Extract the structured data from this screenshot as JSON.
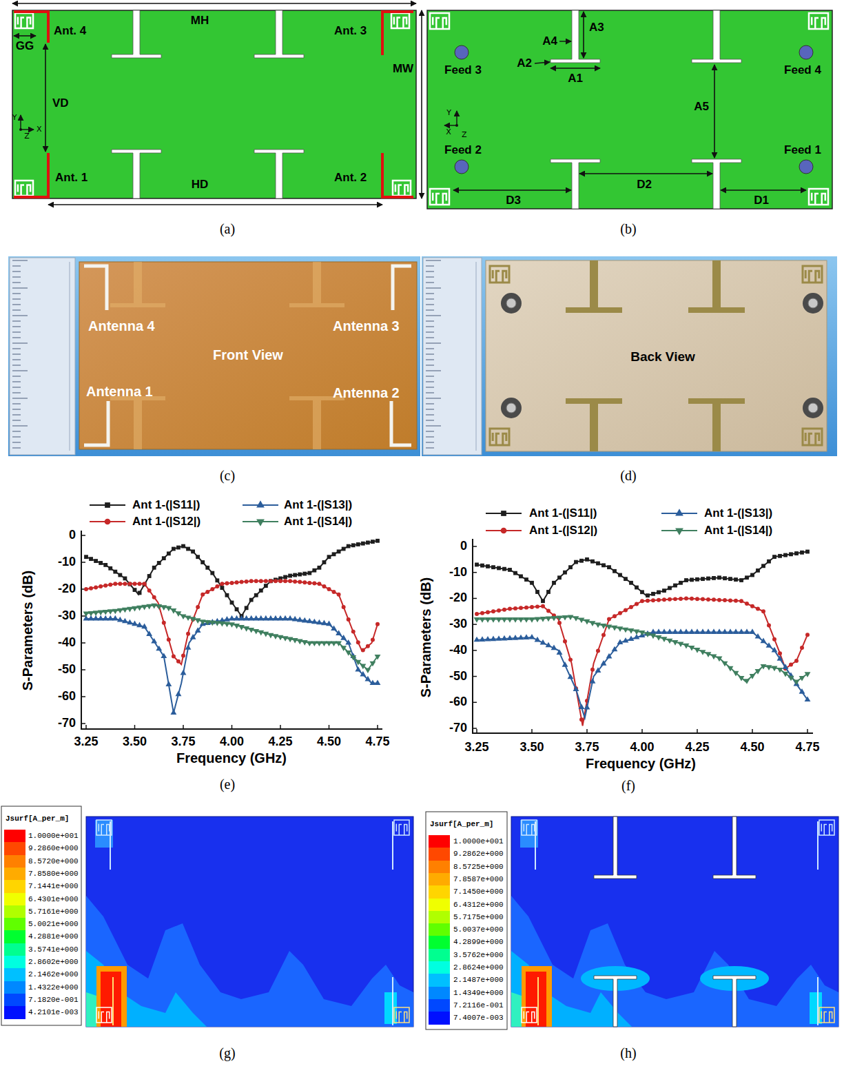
{
  "diagram": {
    "labels": [
      "Ant. 4",
      "MH",
      "Ant. 3",
      "GG",
      "VD",
      "MW",
      "Y",
      "X",
      "Z",
      "Ant. 1",
      "HD",
      "Ant. 2",
      "(a)",
      "A3",
      "A4",
      "A2",
      "A1",
      "Feed 3",
      "Feed 4",
      "Y",
      "X",
      "Z",
      "A5",
      "Feed 2",
      "Feed 1",
      "D3",
      "D2",
      "D1",
      "(b)",
      "Antenna 4",
      "Antenna 3",
      "Front View",
      "Antenna 1",
      "Antenna 2",
      "(c)",
      "Back View",
      "(d)",
      "0",
      "-10",
      "-20",
      "-30",
      "-40",
      "-50",
      "-60",
      "-70",
      "3.25",
      "3.50",
      "3.75",
      "4.00",
      "4.25",
      "4.50",
      "4.75",
      "S-Parameters (dB)",
      "Frequency (GHz)",
      "(e)",
      "0",
      "-10",
      "-20",
      "-30",
      "-40",
      "-50",
      "-60",
      "-70",
      "3.25",
      "3.50",
      "3.75",
      "4.00",
      "4.25",
      "4.50",
      "4.75",
      "S-Parameters (dB)",
      "Frequency (GHz)",
      "(f)",
      "Jsurf[A_per_m]",
      "(g)",
      "Jsurf[A_per_m]",
      "(h)"
    ],
    "legend": [
      {
        "text": "Ant 1-(|S11|)"
      },
      {
        "text": "Ant 1-(|S13|)"
      },
      {
        "text": "Ant 1-(|S12|)"
      },
      {
        "text": "Ant 1-(|S14|)"
      },
      {
        "text": "Ant 1-(|S11|)"
      },
      {
        "text": "Ant 1-(|S13|)"
      },
      {
        "text": "Ant 1-(|S12|)"
      },
      {
        "text": "Ant 1-(|S14|)"
      },
      {
        "text": "1.0000e+001",
        "color": "#ff0000"
      },
      {
        "text": "9.2860e+000",
        "color": "#ff4800"
      },
      {
        "text": "8.5720e+000",
        "color": "#ff8000"
      },
      {
        "text": "7.8580e+000",
        "color": "#ffab00"
      },
      {
        "text": "7.1441e+000",
        "color": "#ffd500"
      },
      {
        "text": "6.4301e+000",
        "color": "#f0ff00"
      },
      {
        "text": "5.7161e+000",
        "color": "#b0ff00"
      },
      {
        "text": "5.0021e+000",
        "color": "#60ff00"
      },
      {
        "text": "4.2881e+000",
        "color": "#00ff30"
      },
      {
        "text": "3.5741e+000",
        "color": "#00ff90"
      },
      {
        "text": "2.8602e+000",
        "color": "#00ffe0"
      },
      {
        "text": "2.1462e+000",
        "color": "#00c0ff"
      },
      {
        "text": "1.4322e+000",
        "color": "#0088ff"
      },
      {
        "text": "7.1820e-001",
        "color": "#0048ff"
      },
      {
        "text": "4.2101e-003",
        "color": "#0010ff"
      },
      {
        "text": "1.0000e+001",
        "color": "#ff0000"
      },
      {
        "text": "9.2862e+000",
        "color": "#ff4800"
      },
      {
        "text": "8.5725e+000",
        "color": "#ff8000"
      },
      {
        "text": "7.8587e+000",
        "color": "#ffab00"
      },
      {
        "text": "7.1450e+000",
        "color": "#ffd500"
      },
      {
        "text": "6.4312e+000",
        "color": "#f0ff00"
      },
      {
        "text": "5.7175e+000",
        "color": "#b0ff00"
      },
      {
        "text": "5.0037e+000",
        "color": "#60ff00"
      },
      {
        "text": "4.2899e+000",
        "color": "#00ff30"
      },
      {
        "text": "3.5762e+000",
        "color": "#00ff90"
      },
      {
        "text": "2.8624e+000",
        "color": "#00ffe0"
      },
      {
        "text": "2.1487e+000",
        "color": "#00c0ff"
      },
      {
        "text": "1.4349e+000",
        "color": "#0088ff"
      },
      {
        "text": "7.2116e-001",
        "color": "#0048ff"
      },
      {
        "text": "7.4007e-003",
        "color": "#0010ff"
      }
    ]
  }
}
